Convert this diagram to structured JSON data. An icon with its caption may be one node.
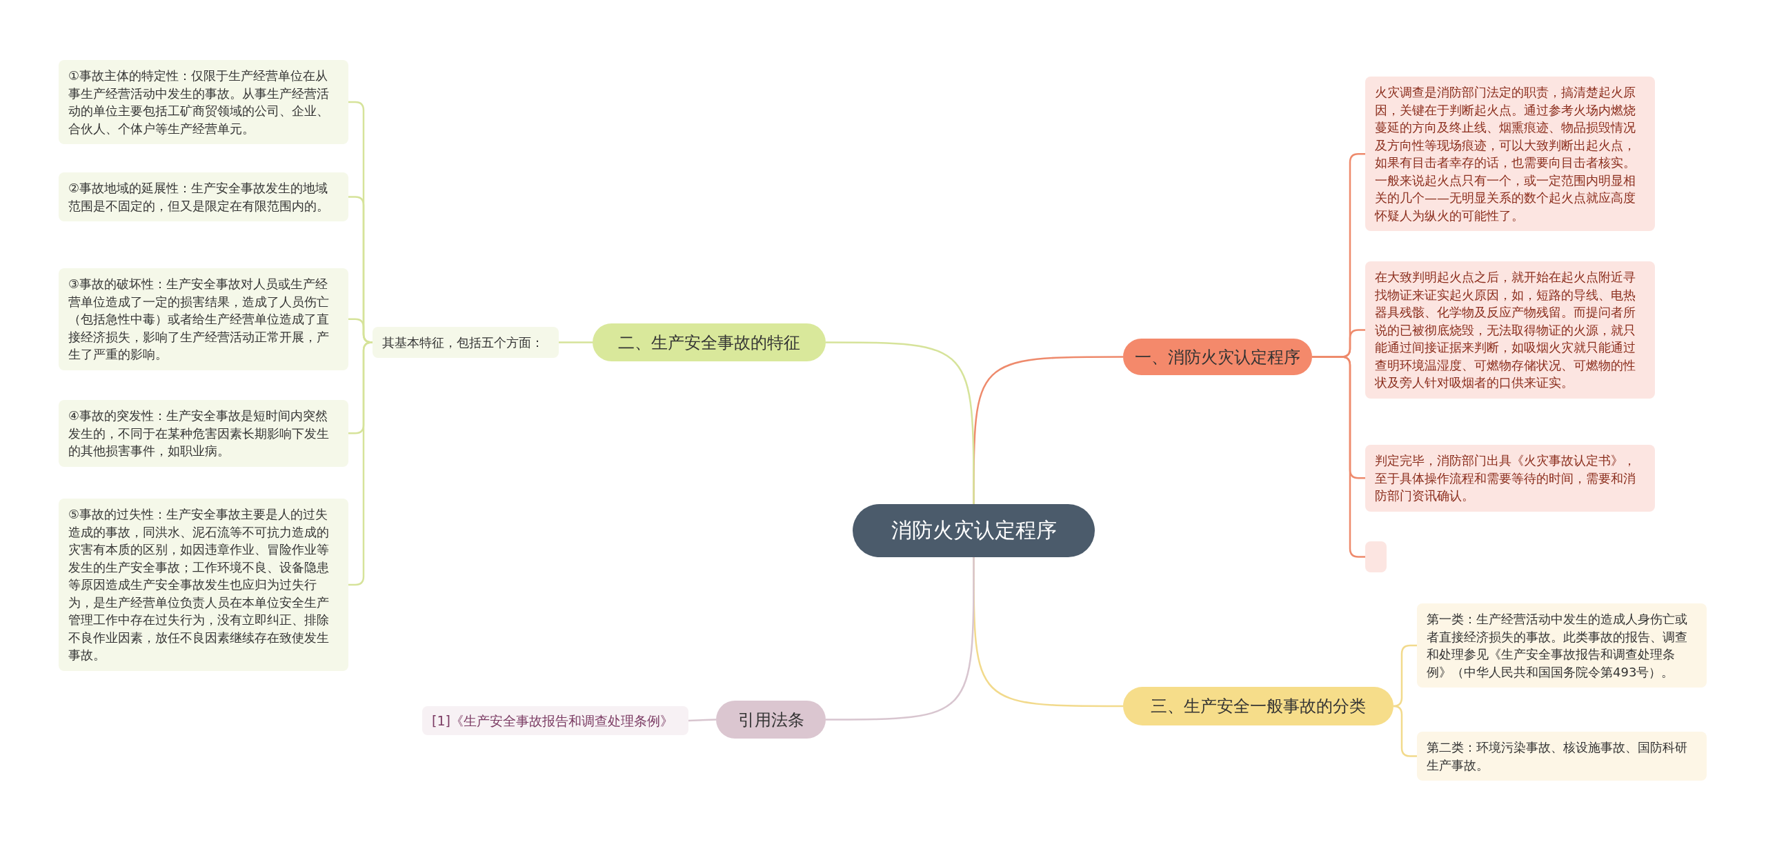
{
  "diagram": {
    "nodes": [
      {
        "text": [
          "消防火灾认定程序"
        ]
      },
      {
        "text": [
          "二、生产安全事故的特征"
        ]
      },
      {
        "text": [
          "其基本特征，包括五个方面："
        ]
      },
      {
        "text": [
          "①事故主体的特定性：仅限于生产经营单位在从事生产经营活动中发生的事故。从事生产经营活动的单位主要包括工矿商贸领域的公司、企业、合伙人、个体户等生产经营单元。"
        ]
      },
      {
        "text": [
          "②事故地域的延展性：生产安全事故发生的地域范围是不固定的，但又是限定在有限范围内的。"
        ]
      },
      {
        "text": [
          "③事故的破坏性：生产安全事故对人员或生产经营单位造成了一定的损害结果，造成了人员伤亡（包括急性中毒）或者给生产经营单位造成了直接经济损失，影响了生产经营活动正常开展，产生了严重的影响。"
        ]
      },
      {
        "text": [
          "④事故的突发性：生产安全事故是短时间内突然发生的，不同于在某种危害因素长期影响下发生的其他损害事件，如职业病。"
        ]
      },
      {
        "text": [
          "⑤事故的过失性：生产安全事故主要是人的过失造成的事故，同洪水、泥石流等不可抗力造成的灾害有本质的区别，如因违章作业、冒险作业等发生的生产安全事故；工作环境不良、设备隐患等原因造成生产安全事故发生也应归为过失行为，是生产经营单位负责人员在本单位安全生产管理工作中存在过失行为，没有立即纠正、排除不良作业因素，放任不良因素继续存在致使发生事故。"
        ]
      },
      {
        "text": [
          "一、消防火灾认定程序"
        ]
      },
      {
        "text": [
          "火灾调查是消防部门法定的职责，搞清楚起火原因，关键在于判断起火点。通过参考火场内燃烧蔓延的方向及终止线、烟熏痕迹、物品损毁情况及方向性等现场痕迹，可以大致判断出起火点，如果有目击者幸存的话，也需要向目击者核实。一般来说起火点只有一个，或一定范围内明显相关的几个——无明显关系的数个起火点就应高度怀疑人为纵火的可能性了。"
        ]
      },
      {
        "text": [
          "在大致判明起火点之后，就开始在起火点附近寻找物证来证实起火原因，如，短路的导线、电热器具残骸、化学物及反应产物残留。而提问者所说的已被彻底烧毁，无法取得物证的火源，就只能通过间接证据来判断，如吸烟火灾就只能通过查明环境温湿度、可燃物存储状况、可燃物的性状及旁人针对吸烟者的口供来证实。"
        ]
      },
      {
        "text": [
          "判定完毕，消防部门出具《火灾事故认定书》，至于具体操作流程和需要等待的时间，需要和消防部门资讯确认。"
        ]
      },
      {
        "text": [],
        "shape": "box"
      },
      {
        "text": [
          "三、生产安全一般事故的分类"
        ]
      },
      {
        "text": [
          "第一类：生产经营活动中发生的造成人身伤亡或者直接经济损失的事故。此类事故的报告、调查和处理参见《生产安全事故报告和调查处理条例》（中华人民共和国国务院令第493号）。"
        ]
      },
      {
        "text": [
          "第二类：环境污染事故、核设施事故、国防科研生产事故。"
        ]
      },
      {
        "text": [
          "引用法条"
        ]
      },
      {
        "text": [
          "[1]《生产安全事故报告和调查处理条例》"
        ]
      }
    ],
    "edges": [
      {
        "from": 0,
        "to": 8,
        "arrow": "none",
        "color": "#ee8a6c"
      },
      {
        "from": 0,
        "to": 1,
        "arrow": "none",
        "color": "#d6e39a"
      },
      {
        "from": 0,
        "to": 13,
        "arrow": "none",
        "color": "#f2da8c"
      },
      {
        "from": 0,
        "to": 16,
        "arrow": "none",
        "color": "#d8c5cf"
      },
      {
        "from": 1,
        "to": 2,
        "arrow": "none",
        "color": "#d6e39a"
      },
      {
        "from": 2,
        "to": 3,
        "arrow": "none",
        "color": "#d6e39a"
      },
      {
        "from": 2,
        "to": 4,
        "arrow": "none",
        "color": "#d6e39a"
      },
      {
        "from": 2,
        "to": 5,
        "arrow": "none",
        "color": "#d6e39a"
      },
      {
        "from": 2,
        "to": 6,
        "arrow": "none",
        "color": "#d6e39a"
      },
      {
        "from": 2,
        "to": 7,
        "arrow": "none",
        "color": "#d6e39a"
      },
      {
        "from": 8,
        "to": 9,
        "arrow": "none",
        "color": "#ee8a6c"
      },
      {
        "from": 8,
        "to": 10,
        "arrow": "none",
        "color": "#ee8a6c"
      },
      {
        "from": 8,
        "to": 11,
        "arrow": "none",
        "color": "#ee8a6c"
      },
      {
        "from": 8,
        "to": 12,
        "arrow": "none",
        "color": "#ee8a6c"
      },
      {
        "from": 13,
        "to": 14,
        "arrow": "none",
        "color": "#f2da8c"
      },
      {
        "from": 13,
        "to": 15,
        "arrow": "none",
        "color": "#f2da8c"
      },
      {
        "from": 16,
        "to": 17,
        "arrow": "none",
        "color": "#d8c5cf"
      }
    ]
  }
}
